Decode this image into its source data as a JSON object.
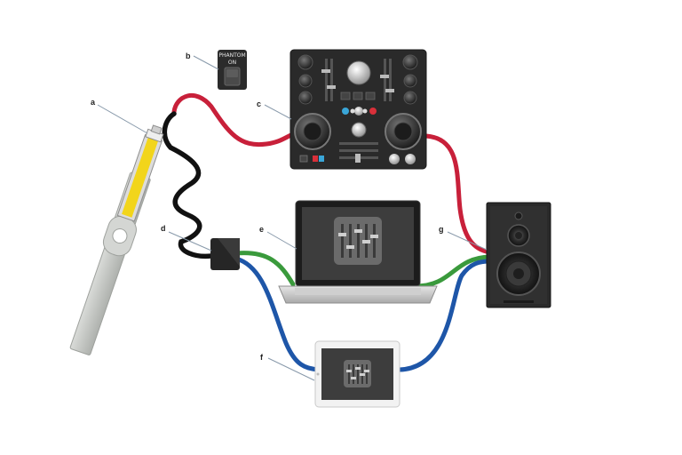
{
  "labels": {
    "a": "a",
    "b": "b",
    "c": "c",
    "d": "d",
    "e": "e",
    "f": "f",
    "g": "g"
  },
  "switch": {
    "line1": "PHANTOM",
    "line2": "ON"
  },
  "colors": {
    "cable_red": "#c8203a",
    "cable_black": "#111111",
    "cable_green": "#3a9a3c",
    "cable_blue": "#1e56a8",
    "mic_body": "#c7c9c6",
    "mic_yellow": "#f2d51b",
    "device_dark": "#2a2a2a",
    "label_line": "#8899aa"
  },
  "icons": {
    "mixer_screen": "mixer-sliders-icon",
    "tablet_screen": "mixer-sliders-icon"
  }
}
